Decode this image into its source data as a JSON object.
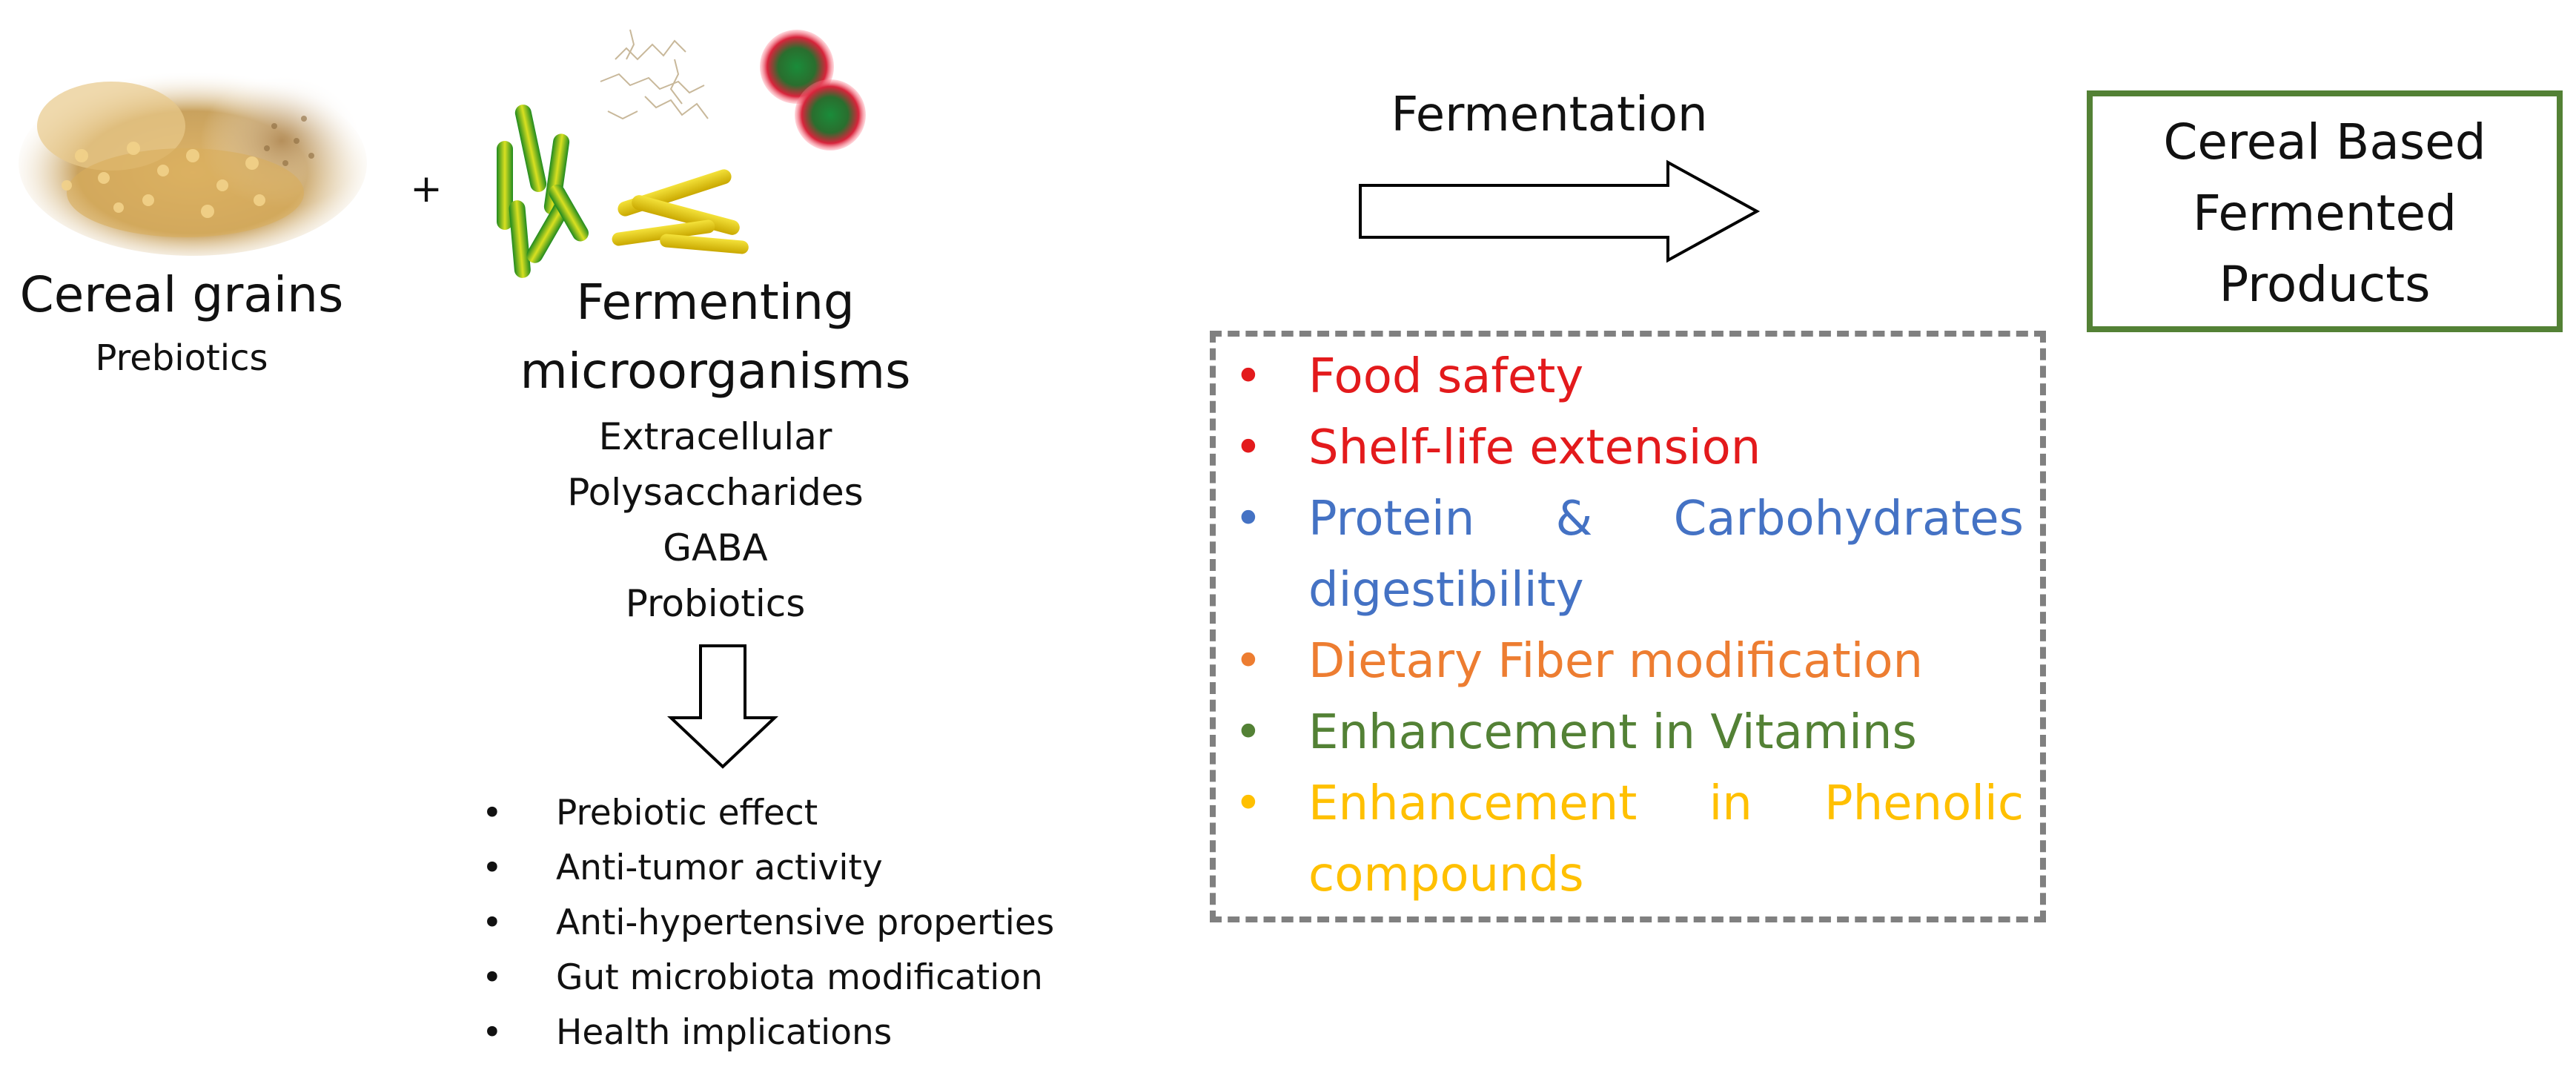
{
  "inputs": {
    "cereal": {
      "title": "Cereal grains",
      "subtitle": "Prebiotics"
    },
    "plus": "+",
    "microbes": {
      "title_line1": "Fermenting",
      "title_line2": "microorganisms",
      "metabolites": [
        "Extracellular",
        "Polysaccharides",
        "GABA",
        "Probiotics"
      ]
    }
  },
  "health_benefits": [
    "Prebiotic effect",
    "Anti-tumor activity",
    "Anti-hypertensive properties",
    "Gut microbiota modification",
    "Health implications"
  ],
  "process": {
    "label": "Fermentation"
  },
  "outcomes": [
    {
      "text_a": "Food safety",
      "text_b": "",
      "color": "#e31a1c"
    },
    {
      "text_a": "Shelf-life extension",
      "text_b": "",
      "color": "#e31a1c"
    },
    {
      "text_a": "Protein & Carbohydrates",
      "text_b": "digestibility",
      "color": "#4472c4"
    },
    {
      "text_a": "Dietary Fiber modification",
      "text_b": "",
      "color": "#ed7d31"
    },
    {
      "text_a": "Enhancement in Vitamins",
      "text_b": "",
      "color": "#538135"
    },
    {
      "text_a": "Enhancement in Phenolic",
      "text_b": "compounds",
      "color": "#ffc000"
    }
  ],
  "product": {
    "line1": "Cereal Based",
    "line2": "Fermented",
    "line3": "Products"
  },
  "colors": {
    "product_border": "#538135",
    "dash_border": "#808080",
    "arrow": "#000000"
  }
}
